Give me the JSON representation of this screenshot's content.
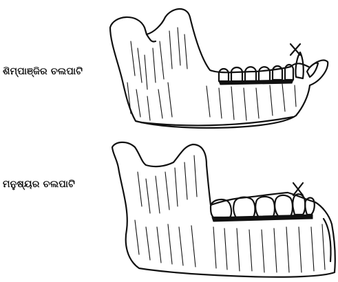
{
  "labels": {
    "top": "ଶିମ୍ପାଞ୍ଜିର ଚଲପାଟି",
    "bottom": "ମନୁଷ୍ୟର ଚଲପାଟି"
  },
  "figures": [
    {
      "id": "chimpanzee-mandible",
      "marker": "cross-mark"
    },
    {
      "id": "human-mandible",
      "marker": "cross-mark"
    }
  ],
  "colors": {
    "ink": "#111111",
    "paper": "#ffffff"
  }
}
